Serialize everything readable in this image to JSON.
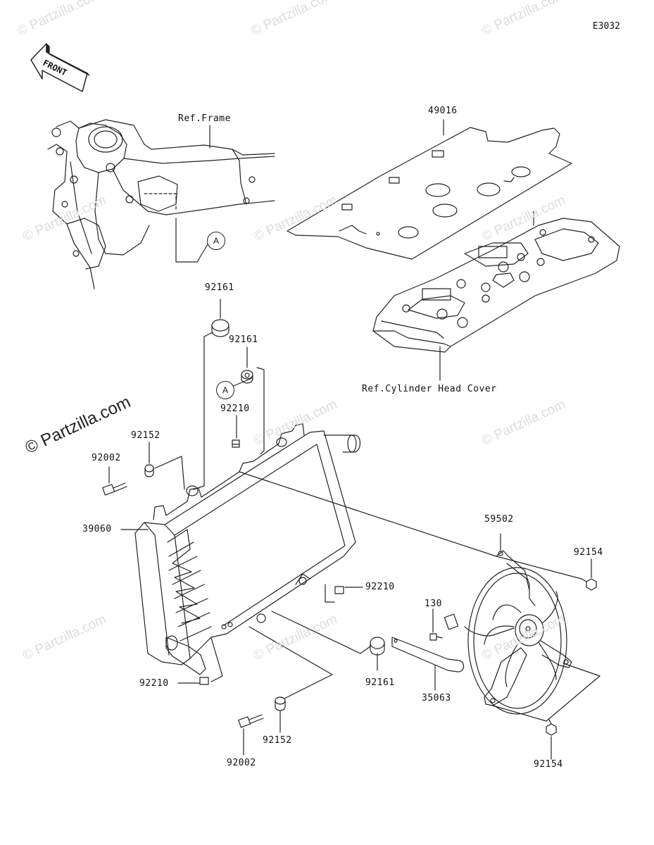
{
  "diagram_code": "E3032",
  "front_label": "FRONT",
  "watermark": "© Partzilla.com",
  "marker_label": "A",
  "labels": {
    "ref_frame": "Ref.Frame",
    "ref_cylinder_head_cover": "Ref.Cylinder Head Cover",
    "p49016": "49016",
    "p92161_a": "92161",
    "p92161_b": "92161",
    "p92161_c": "92161",
    "p92210_a": "92210",
    "p92210_b": "92210",
    "p92210_c": "92210",
    "p92152_a": "92152",
    "p92152_b": "92152",
    "p92002_a": "92002",
    "p92002_b": "92002",
    "p39060": "39060",
    "p59502": "59502",
    "p92154_a": "92154",
    "p92154_b": "92154",
    "p130": "130",
    "p35063": "35063"
  },
  "colors": {
    "line": "#222222",
    "watermark": "#dcdcdc"
  }
}
